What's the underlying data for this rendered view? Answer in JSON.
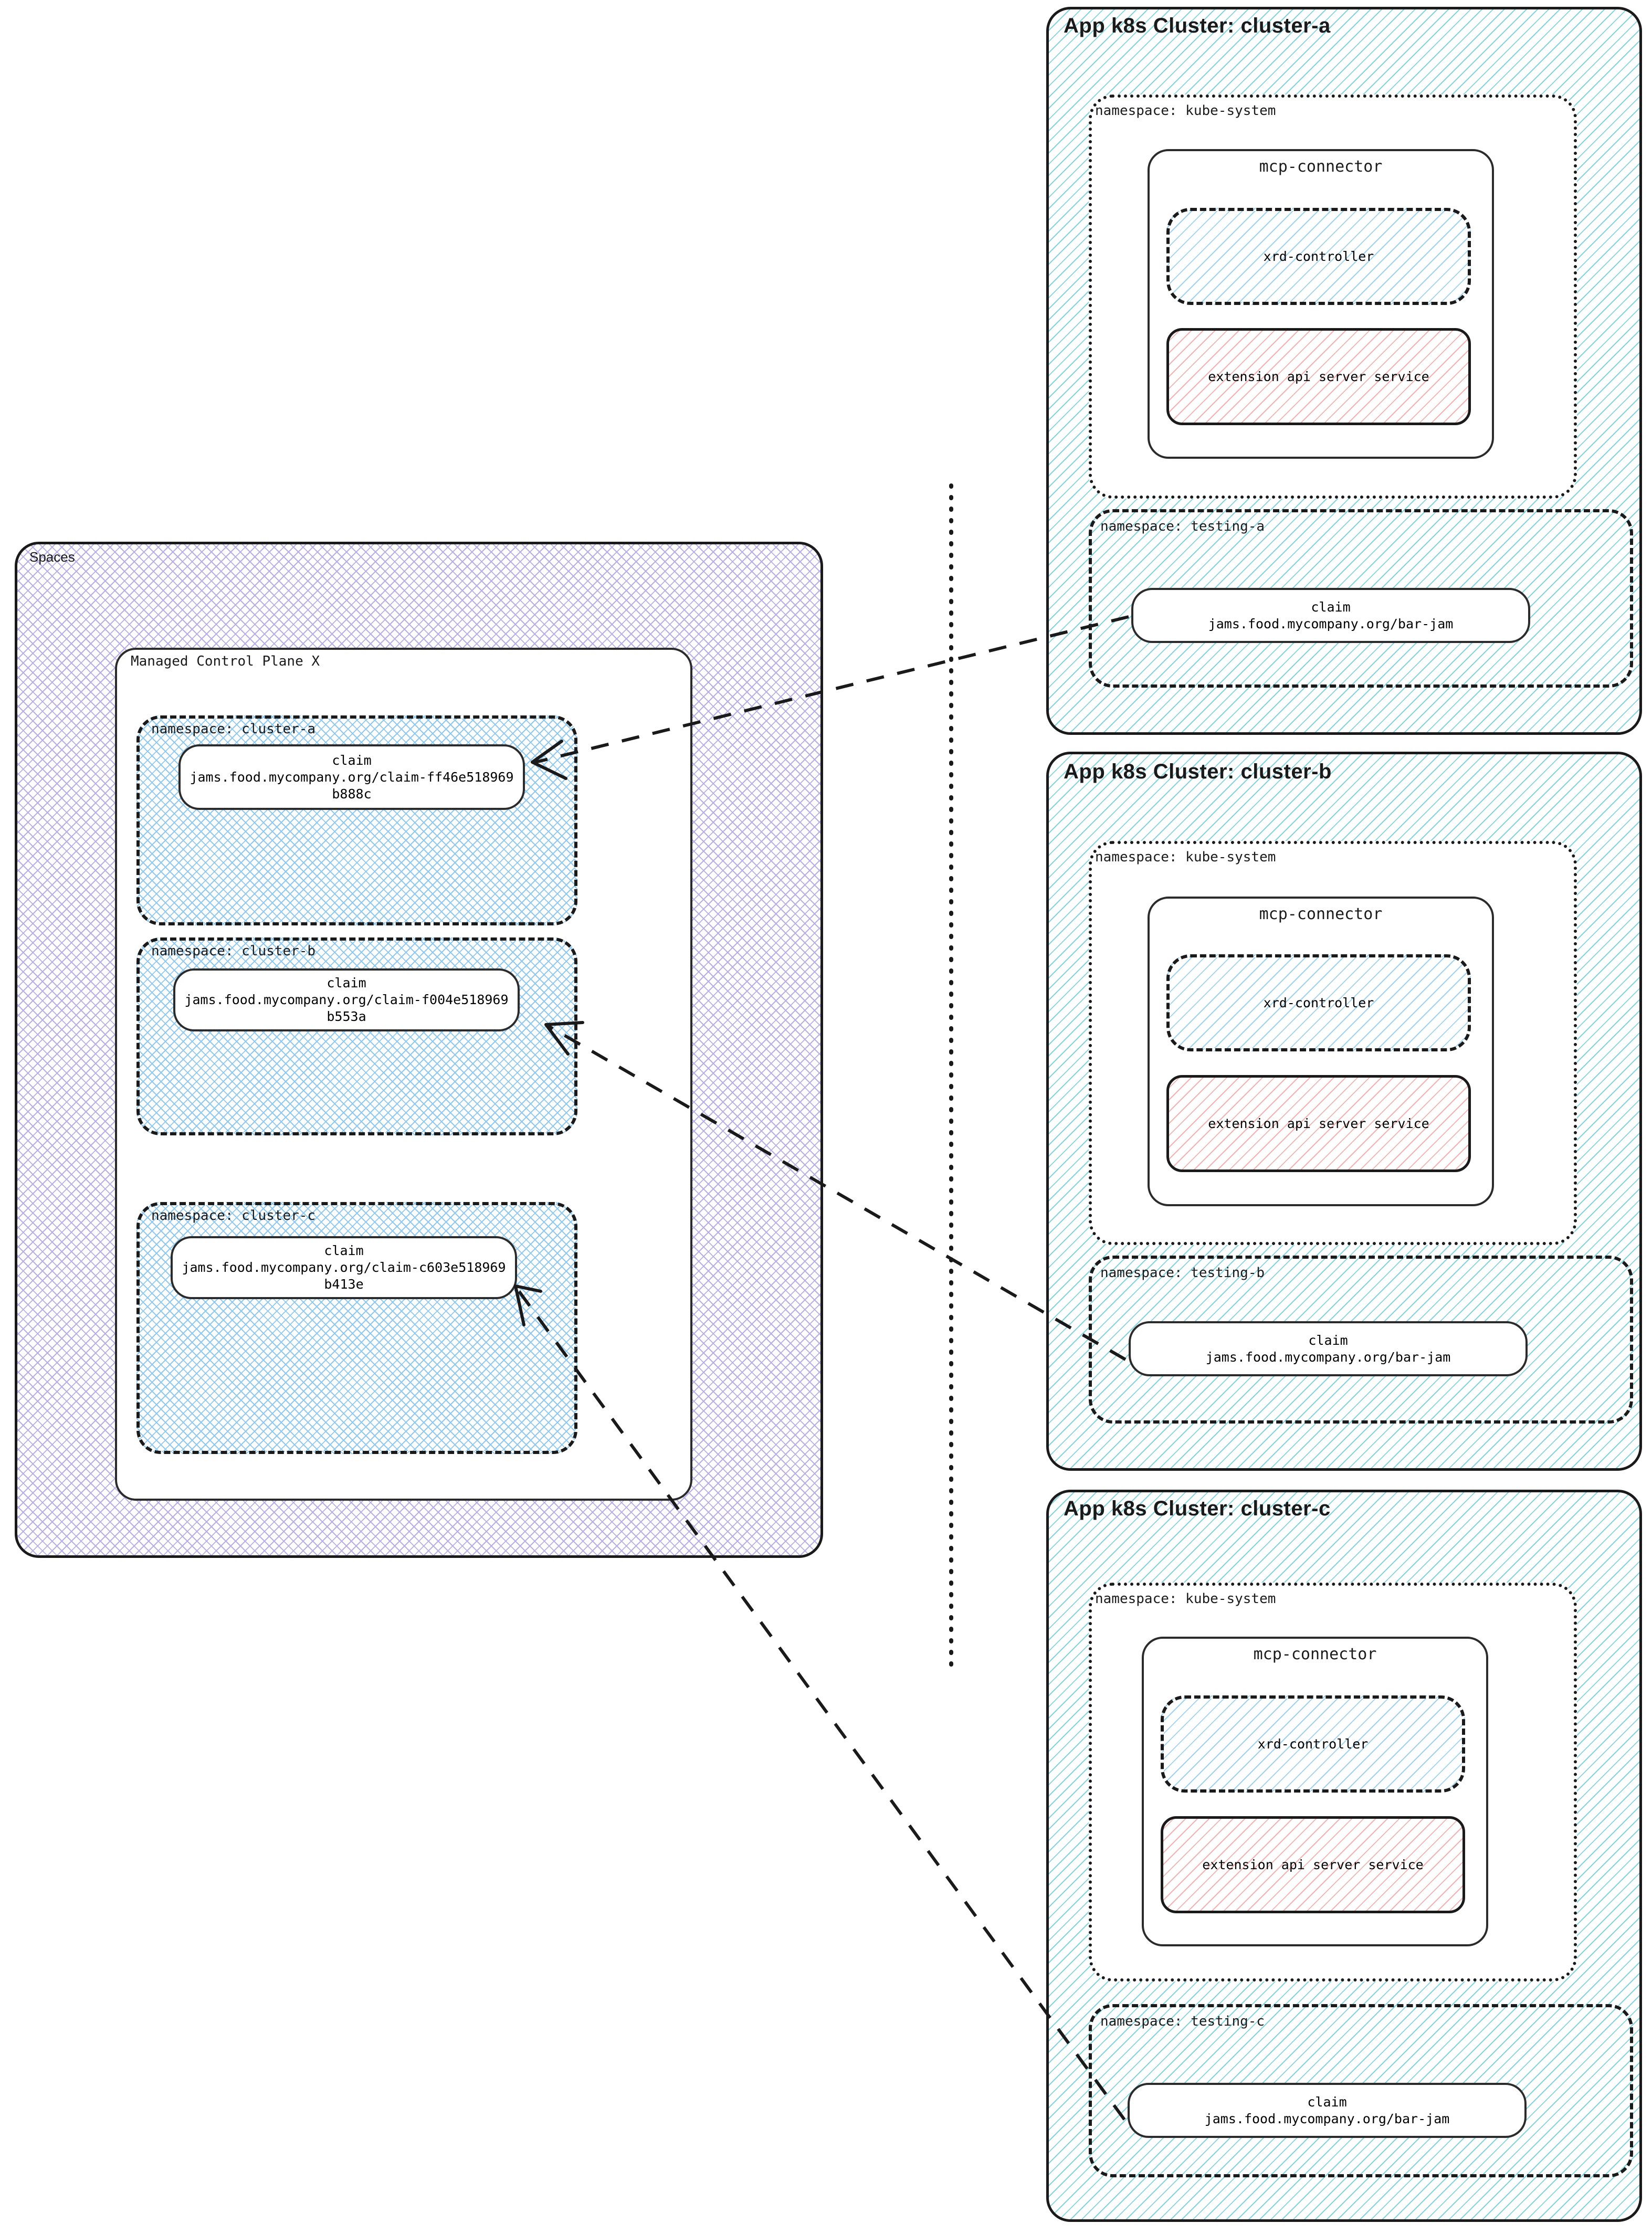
{
  "diagram": {
    "title": "Crossplane Spaces to App k8s Clusters claim propagation",
    "colors": {
      "ink": "#1a1a1a",
      "spaces_hatch": "#b9aee6",
      "namespace_hatch": "#8fc9f2",
      "cluster_hatch": "#86d3e0",
      "xrd_hatch": "#9ed2f0",
      "apiserver_hatch": "#f3b2b2"
    }
  },
  "spaces": {
    "label": "Spaces",
    "control_plane": {
      "label": "Managed Control Plane X",
      "namespaces": [
        {
          "label": "namespace: cluster-a",
          "claim": {
            "kind": "claim",
            "ref": "jams.food.mycompany.org/claim-ff46e518969b888c"
          }
        },
        {
          "label": "namespace: cluster-b",
          "claim": {
            "kind": "claim",
            "ref": "jams.food.mycompany.org/claim-f004e518969b553a"
          }
        },
        {
          "label": "namespace: cluster-c",
          "claim": {
            "kind": "claim",
            "ref": "jams.food.mycompany.org/claim-c603e518969b413e"
          }
        }
      ]
    }
  },
  "clusters": [
    {
      "title": "App k8s Cluster: cluster-a",
      "kube_system": {
        "label": "namespace: kube-system",
        "mcp_connector": {
          "label": "mcp-connector",
          "xrd_controller": "xrd-controller",
          "extension_api_server": "extension api server service"
        }
      },
      "testing": {
        "label": "namespace: testing-a",
        "claim": {
          "kind": "claim",
          "ref": "jams.food.mycompany.org/bar-jam"
        }
      }
    },
    {
      "title": "App k8s Cluster: cluster-b",
      "kube_system": {
        "label": "namespace: kube-system",
        "mcp_connector": {
          "label": "mcp-connector",
          "xrd_controller": "xrd-controller",
          "extension_api_server": "extension api server service"
        }
      },
      "testing": {
        "label": "namespace: testing-b",
        "claim": {
          "kind": "claim",
          "ref": "jams.food.mycompany.org/bar-jam"
        }
      }
    },
    {
      "title": "App k8s Cluster: cluster-c",
      "kube_system": {
        "label": "namespace: kube-system",
        "mcp_connector": {
          "label": "mcp-connector",
          "xrd_controller": "xrd-controller",
          "extension_api_server": "extension api server service"
        }
      },
      "testing": {
        "label": "namespace: testing-c",
        "claim": {
          "kind": "claim",
          "ref": "jams.food.mycompany.org/bar-jam"
        }
      }
    }
  ],
  "connections": [
    {
      "from": "cluster-a testing-a claim",
      "to": "cluster-a namespace claim",
      "style": "dashed",
      "arrow": "open"
    },
    {
      "from": "cluster-b testing-b claim",
      "to": "cluster-b namespace claim",
      "style": "dashed",
      "arrow": "open"
    },
    {
      "from": "cluster-c testing-c claim",
      "to": "cluster-c namespace claim",
      "style": "dashed",
      "arrow": "open"
    }
  ],
  "divider": {
    "style": "dotted-vertical"
  }
}
